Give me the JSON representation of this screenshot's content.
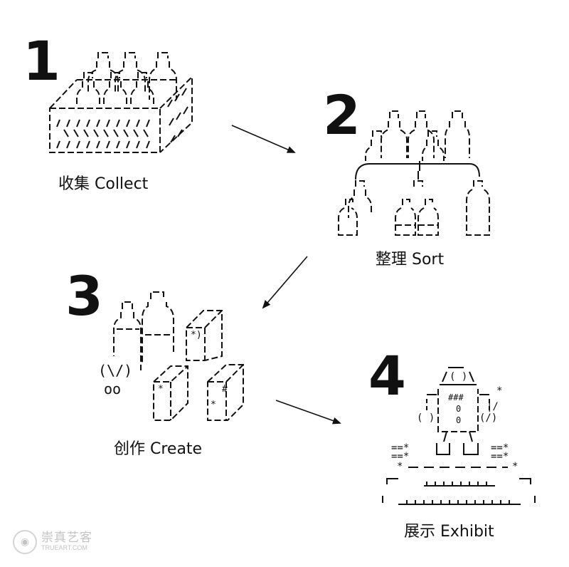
{
  "steps": [
    {
      "number": "1",
      "label": "收集 Collect"
    },
    {
      "number": "2",
      "label": "整理 Sort"
    },
    {
      "number": "3",
      "label": "创作 Create"
    },
    {
      "number": "4",
      "label": "展示 Exhibit"
    }
  ],
  "art": {
    "scissors_top": "(\\/)",
    "scissors_bottom": "oo",
    "box_mark_1": "*)",
    "box_mark_2": "*",
    "box_mark_3": "#",
    "box_mark_4": "*",
    "robot_face": "( )",
    "robot_chest": "###",
    "robot_zero_1": "0",
    "robot_zero_2": "0",
    "star": "*",
    "robot_left_hand": "( )",
    "robot_right_hand": "(/)",
    "robot_right_wrist": "|/",
    "speed_lines": "==*"
  },
  "watermark": {
    "name_cn": "崇真艺客",
    "name_en": "TRUEART.COM"
  },
  "colors": {
    "ink": "#111111",
    "background": "#ffffff"
  }
}
